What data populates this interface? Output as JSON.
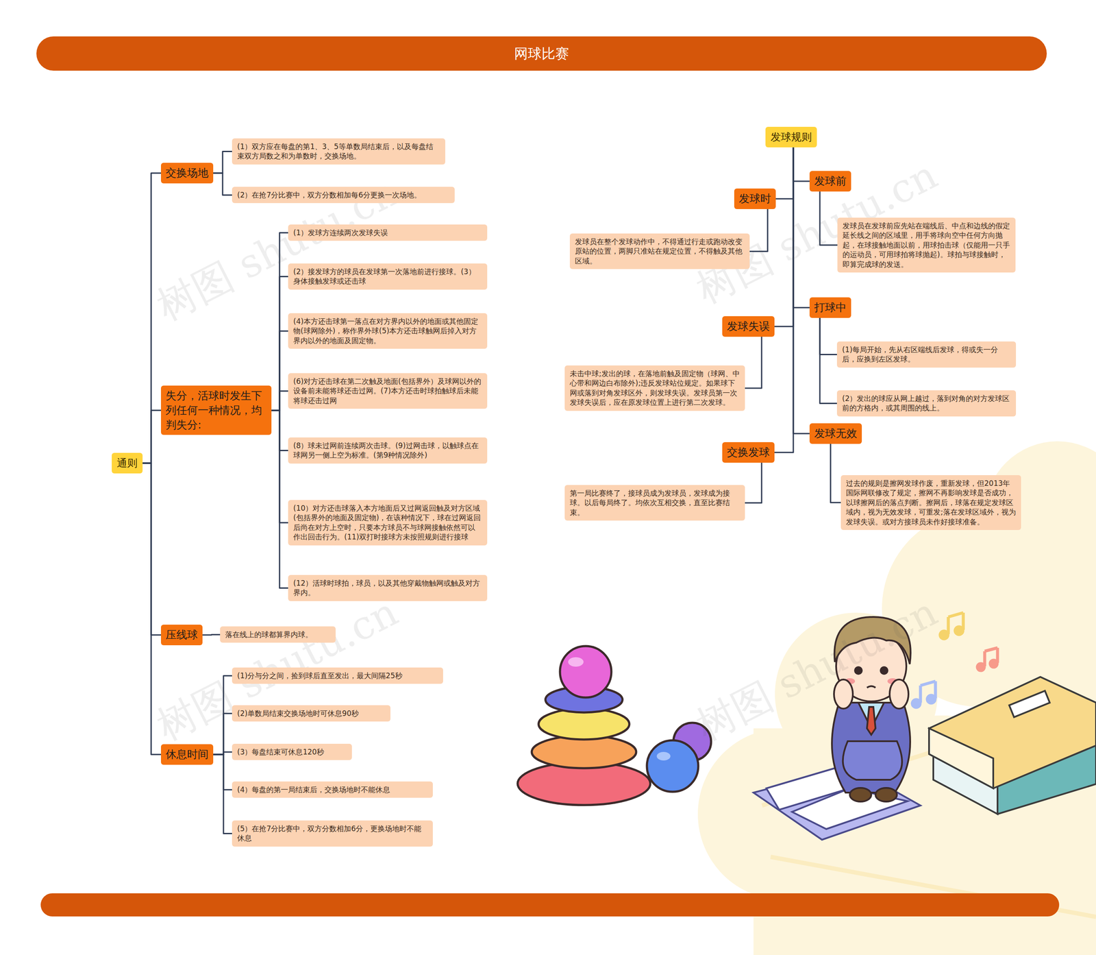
{
  "diagram": {
    "title": "网球比赛",
    "nodes": [
      {
        "text": [
          "通则"
        ]
      },
      {
        "text": [
          "交换场地"
        ]
      },
      {
        "text": [
          "(1）双方应在每盘的第1、3、5等单数局结束后，以及每盘结束双方局数之和为单数时，交换场地。"
        ]
      },
      {
        "text": [
          "(2）在抢7分比赛中，双方分数相加每6分更换一次场地。"
        ]
      },
      {
        "text": [
          "失分，活球时发生下列任何一种情况，均判失分:"
        ]
      },
      {
        "text": [
          "(1）发球方连续两次发球失误"
        ]
      },
      {
        "text": [
          "(2）接发球方的球员在发球第一次落地前进行接球。(3）身体接触发球或还击球"
        ]
      },
      {
        "text": [
          "(4)本方还击球第一落点在对方界内以外的地面或其他固定物(球网除外)，称作界外球(5)本方还击球触网后掉入对方界内以外的地面及固定物。"
        ]
      },
      {
        "text": [
          "(6)对方还击球在第二次触及地面(包括界外）及球网以外的设备前未能将球还击过网。(7)本方还击时球拍触球后未能将球还击过网"
        ]
      },
      {
        "text": [
          "(8）球未过网前连续两次击球。(9)过网击球，以触球点在球网另一侧上空为标准。(第9种情况除外)"
        ]
      },
      {
        "text": [
          "(10）对方还击球落入本方地面后又过网返回触及对方区域(包括界外的地面及固定物)，在该种情况下，球在过网返回后尚在对方上空时，只要本方球员不与球网接触依然可以作出回击行为。(11)双打时接球方未按照规则进行接球"
        ]
      },
      {
        "text": [
          "(12）活球时球拍，球员，以及其他穿戴物触网或触及对方界内。"
        ]
      },
      {
        "text": [
          "压线球"
        ]
      },
      {
        "text": [
          "落在线上的球都算界内球。"
        ]
      },
      {
        "text": [
          "休息时间"
        ]
      },
      {
        "text": [
          "(1)分与分之间，捡到球后直至发出，最大间隔25秒"
        ]
      },
      {
        "text": [
          "(2)单数局结束交换场地时可休息90秒"
        ]
      },
      {
        "text": [
          "(3）每盘结束可休息120秒"
        ]
      },
      {
        "text": [
          "(4）每盘的第一局结束后，交换场地时不能休息"
        ]
      },
      {
        "text": [
          "(5）在抢7分比赛中，双方分数相加6分，更换场地时不能休息"
        ]
      },
      {
        "text": [
          "发球规则"
        ]
      },
      {
        "text": [
          "发球前"
        ]
      },
      {
        "text": [
          "发球员在发球前应先站在端线后、中点和边线的假定延长线之间的区域里，用手将球向空中任何方向抛起，在球接触地面以前，用球拍击球（仅能用一只手的运动员，可用球拍将球抛起)。球拍与球接触时，即算完成球的发送。"
        ]
      },
      {
        "text": [
          "发球时"
        ]
      },
      {
        "text": [
          "发球员在整个发球动作中，不得通过行走或跑动改变原站的位置，两脚只准站在规定位置，不得触及其他区域。"
        ]
      },
      {
        "text": [
          "打球中"
        ]
      },
      {
        "text": [
          "(1)每局开始，先从右区端线后发球，得或失一分后，应换到左区发球。"
        ]
      },
      {
        "text": [
          "(2）发出的球应从网上越过，落到对角的对方发球区前的方格内，或其周围的线上。"
        ]
      },
      {
        "text": [
          "发球失误"
        ]
      },
      {
        "text": [
          "未击中球;发出的球，在落地前触及固定物（球网、中心带和网边白布除外);违反发球站位规定。如果球下网或落到对角发球区外，则发球失误。发球员第一次发球失误后，应在原发球位置上进行第二次发球。"
        ]
      },
      {
        "text": [
          "发球无效"
        ]
      },
      {
        "text": [
          "过去的规则是擦网发球作废，重新发球，但2013年国际网联修改了规定，擦网不再影响发球是否成功，以球擦网后的落点判断。擦网后，球落在规定发球区域内，视为无效发球，可重发;落在发球区域外，视为发球失误。或对方接球员未作好接球准备。"
        ]
      },
      {
        "text": [
          "交换发球"
        ]
      },
      {
        "text": [
          "第一局比赛终了，接球员成为发球员，发球成为接球。以后每局终了。均依次互相交换，直至比赛结束。"
        ]
      }
    ],
    "edges": [
      {
        "from": 0,
        "to": 1,
        "arrow": "none"
      },
      {
        "from": 1,
        "to": 2,
        "arrow": "none"
      },
      {
        "from": 1,
        "to": 3,
        "arrow": "none"
      },
      {
        "from": 0,
        "to": 4,
        "arrow": "none"
      },
      {
        "from": 4,
        "to": 5,
        "arrow": "none"
      },
      {
        "from": 4,
        "to": 6,
        "arrow": "none"
      },
      {
        "from": 4,
        "to": 7,
        "arrow": "none"
      },
      {
        "from": 4,
        "to": 8,
        "arrow": "none"
      },
      {
        "from": 4,
        "to": 9,
        "arrow": "none"
      },
      {
        "from": 4,
        "to": 10,
        "arrow": "none"
      },
      {
        "from": 4,
        "to": 11,
        "arrow": "none"
      },
      {
        "from": 0,
        "to": 12,
        "arrow": "none"
      },
      {
        "from": 12,
        "to": 13,
        "arrow": "none"
      },
      {
        "from": 0,
        "to": 14,
        "arrow": "none"
      },
      {
        "from": 14,
        "to": 15,
        "arrow": "none"
      },
      {
        "from": 14,
        "to": 16,
        "arrow": "none"
      },
      {
        "from": 14,
        "to": 17,
        "arrow": "none"
      },
      {
        "from": 14,
        "to": 18,
        "arrow": "none"
      },
      {
        "from": 14,
        "to": 19,
        "arrow": "none"
      },
      {
        "from": 20,
        "to": 21,
        "arrow": "none"
      },
      {
        "from": 21,
        "to": 22,
        "arrow": "none"
      },
      {
        "from": 20,
        "to": 23,
        "arrow": "none"
      },
      {
        "from": 23,
        "to": 24,
        "arrow": "none"
      },
      {
        "from": 20,
        "to": 25,
        "arrow": "none"
      },
      {
        "from": 25,
        "to": 26,
        "arrow": "none"
      },
      {
        "from": 25,
        "to": 27,
        "arrow": "none"
      },
      {
        "from": 20,
        "to": 28,
        "arrow": "none"
      },
      {
        "from": 28,
        "to": 29,
        "arrow": "none"
      },
      {
        "from": 20,
        "to": 30,
        "arrow": "none"
      },
      {
        "from": 30,
        "to": 31,
        "arrow": "none"
      },
      {
        "from": 20,
        "to": 32,
        "arrow": "none"
      },
      {
        "from": 32,
        "to": 33,
        "arrow": "none"
      }
    ],
    "labels": [
      "树图 shutu.cn",
      "树图 shutu.cn",
      "树图 shutu.cn",
      "树图 shutu.cn"
    ]
  }
}
